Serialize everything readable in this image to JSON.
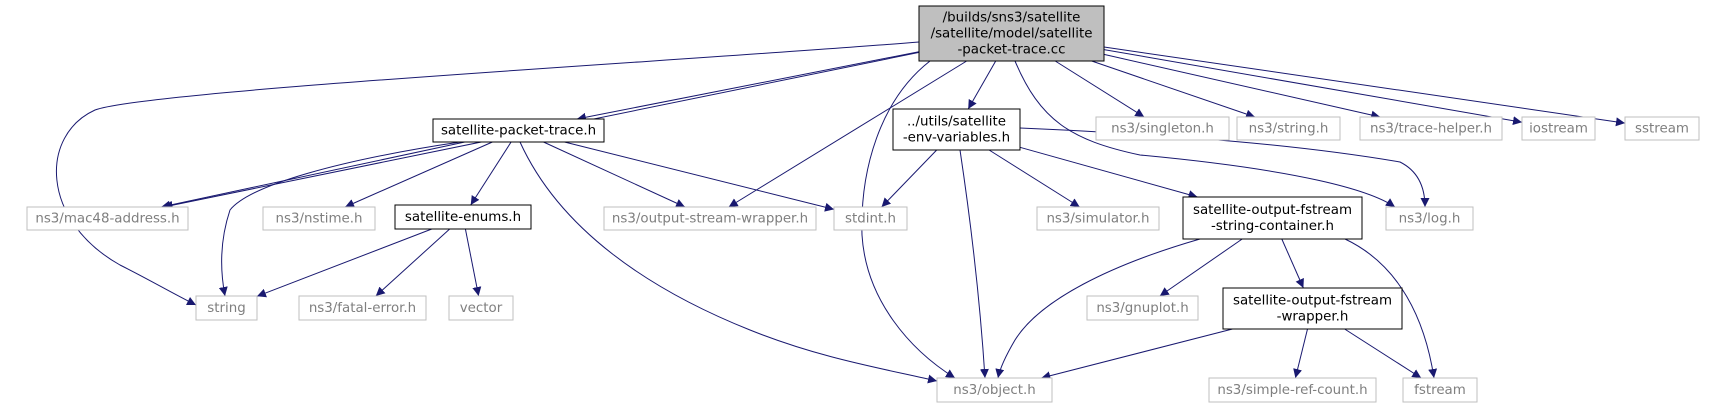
{
  "colors": {
    "edge": "#191970",
    "root_fill": "#bfbfbf",
    "black_border": "#000000",
    "grey_border": "#bfbfbf",
    "grey_text": "#7f7f7f",
    "black_text": "#000000"
  },
  "nodes": [
    {
      "id": "root",
      "lines": [
        "/builds/sns3/satellite",
        "/satellite/model/satellite",
        "-packet-trace.cc"
      ],
      "style": "root"
    },
    {
      "id": "packet_trace_h",
      "lines": [
        "satellite-packet-trace.h"
      ],
      "style": "black"
    },
    {
      "id": "env_variables_h",
      "lines": [
        "../utils/satellite",
        "-env-variables.h"
      ],
      "style": "black"
    },
    {
      "id": "singleton_h",
      "lines": [
        "ns3/singleton.h"
      ],
      "style": "grey"
    },
    {
      "id": "string_h",
      "lines": [
        "ns3/string.h"
      ],
      "style": "grey"
    },
    {
      "id": "trace_helper_h",
      "lines": [
        "ns3/trace-helper.h"
      ],
      "style": "grey"
    },
    {
      "id": "iostream",
      "lines": [
        "iostream"
      ],
      "style": "grey"
    },
    {
      "id": "sstream",
      "lines": [
        "sstream"
      ],
      "style": "grey"
    },
    {
      "id": "mac48_h",
      "lines": [
        "ns3/mac48-address.h"
      ],
      "style": "grey"
    },
    {
      "id": "nstime_h",
      "lines": [
        "ns3/nstime.h"
      ],
      "style": "grey"
    },
    {
      "id": "enums_h",
      "lines": [
        "satellite-enums.h"
      ],
      "style": "black"
    },
    {
      "id": "osw_h",
      "lines": [
        "ns3/output-stream-wrapper.h"
      ],
      "style": "grey"
    },
    {
      "id": "stdint_h",
      "lines": [
        "stdint.h"
      ],
      "style": "grey"
    },
    {
      "id": "simulator_h",
      "lines": [
        "ns3/simulator.h"
      ],
      "style": "grey"
    },
    {
      "id": "fsc_h",
      "lines": [
        "satellite-output-fstream",
        "-string-container.h"
      ],
      "style": "black"
    },
    {
      "id": "log_h",
      "lines": [
        "ns3/log.h"
      ],
      "style": "grey"
    },
    {
      "id": "string",
      "lines": [
        "string"
      ],
      "style": "grey"
    },
    {
      "id": "fatal_h",
      "lines": [
        "ns3/fatal-error.h"
      ],
      "style": "grey"
    },
    {
      "id": "vector",
      "lines": [
        "vector"
      ],
      "style": "grey"
    },
    {
      "id": "gnuplot_h",
      "lines": [
        "ns3/gnuplot.h"
      ],
      "style": "grey"
    },
    {
      "id": "fw_h",
      "lines": [
        "satellite-output-fstream",
        "-wrapper.h"
      ],
      "style": "black"
    },
    {
      "id": "object_h",
      "lines": [
        "ns3/object.h"
      ],
      "style": "grey"
    },
    {
      "id": "simple_ref_h",
      "lines": [
        "ns3/simple-ref-count.h"
      ],
      "style": "grey"
    },
    {
      "id": "fstream",
      "lines": [
        "fstream"
      ],
      "style": "grey"
    }
  ],
  "edges": [
    {
      "from": "root",
      "to": "packet_trace_h"
    },
    {
      "from": "root",
      "to": "env_variables_h"
    },
    {
      "from": "root",
      "to": "singleton_h"
    },
    {
      "from": "root",
      "to": "string_h"
    },
    {
      "from": "root",
      "to": "trace_helper_h"
    },
    {
      "from": "root",
      "to": "iostream"
    },
    {
      "from": "root",
      "to": "sstream"
    },
    {
      "from": "root",
      "to": "mac48_h"
    },
    {
      "from": "root",
      "to": "string"
    },
    {
      "from": "root",
      "to": "osw_h"
    },
    {
      "from": "root",
      "to": "object_h"
    },
    {
      "from": "root",
      "to": "log_h"
    },
    {
      "from": "packet_trace_h",
      "to": "mac48_h"
    },
    {
      "from": "packet_trace_h",
      "to": "nstime_h"
    },
    {
      "from": "packet_trace_h",
      "to": "enums_h"
    },
    {
      "from": "packet_trace_h",
      "to": "osw_h"
    },
    {
      "from": "packet_trace_h",
      "to": "stdint_h"
    },
    {
      "from": "packet_trace_h",
      "to": "string"
    },
    {
      "from": "packet_trace_h",
      "to": "object_h"
    },
    {
      "from": "env_variables_h",
      "to": "stdint_h"
    },
    {
      "from": "env_variables_h",
      "to": "simulator_h"
    },
    {
      "from": "env_variables_h",
      "to": "fsc_h"
    },
    {
      "from": "env_variables_h",
      "to": "log_h"
    },
    {
      "from": "env_variables_h",
      "to": "object_h"
    },
    {
      "from": "enums_h",
      "to": "string"
    },
    {
      "from": "enums_h",
      "to": "fatal_h"
    },
    {
      "from": "enums_h",
      "to": "vector"
    },
    {
      "from": "fsc_h",
      "to": "object_h"
    },
    {
      "from": "fsc_h",
      "to": "gnuplot_h"
    },
    {
      "from": "fsc_h",
      "to": "fw_h"
    },
    {
      "from": "fsc_h",
      "to": "fstream"
    },
    {
      "from": "fw_h",
      "to": "object_h"
    },
    {
      "from": "fw_h",
      "to": "simple_ref_h"
    },
    {
      "from": "fw_h",
      "to": "fstream"
    }
  ]
}
